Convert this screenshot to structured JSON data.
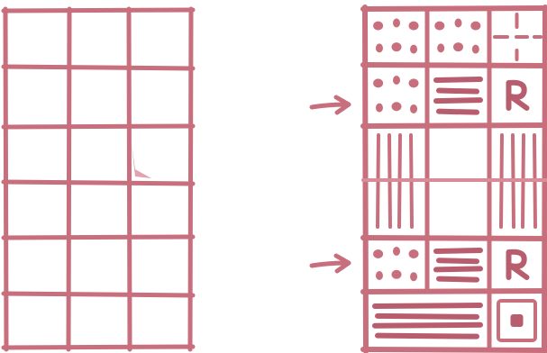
{
  "colors": {
    "ink": "#c86f7e",
    "ink_light": "#d98c98",
    "ink_dark": "#b85d6e",
    "background": "#ffffff"
  },
  "left_grid": {
    "rows": 6,
    "cols": 3
  },
  "right_grid": {
    "rows": 6,
    "cols": 3,
    "cells": [
      {
        "row": 0,
        "col": 0,
        "pattern": "dots"
      },
      {
        "row": 0,
        "col": 1,
        "pattern": "dots"
      },
      {
        "row": 0,
        "col": 2,
        "pattern": "cross-dashes"
      },
      {
        "row": 1,
        "col": 0,
        "pattern": "dots"
      },
      {
        "row": 1,
        "col": 1,
        "pattern": "horizontal-stripes"
      },
      {
        "row": 1,
        "col": 2,
        "pattern": "r-glyph"
      },
      {
        "row": 2,
        "col": 0,
        "pattern": "vertical-lines",
        "rowspan": 2
      },
      {
        "row": 2,
        "col": 1,
        "pattern": "empty",
        "rowspan": 2
      },
      {
        "row": 2,
        "col": 2,
        "pattern": "vertical-lines",
        "rowspan": 2
      },
      {
        "row": 4,
        "col": 0,
        "pattern": "dots"
      },
      {
        "row": 4,
        "col": 1,
        "pattern": "horizontal-stripes"
      },
      {
        "row": 4,
        "col": 2,
        "pattern": "r-glyph"
      },
      {
        "row": 5,
        "col": 0,
        "pattern": "horizontal-stripes",
        "colspan": 2
      },
      {
        "row": 5,
        "col": 2,
        "pattern": "concentric-squares"
      }
    ]
  },
  "arrows": [
    {
      "points_to_row": 1,
      "icon": "arrow-right-icon"
    },
    {
      "points_to_row": 4,
      "icon": "arrow-right-icon"
    }
  ]
}
